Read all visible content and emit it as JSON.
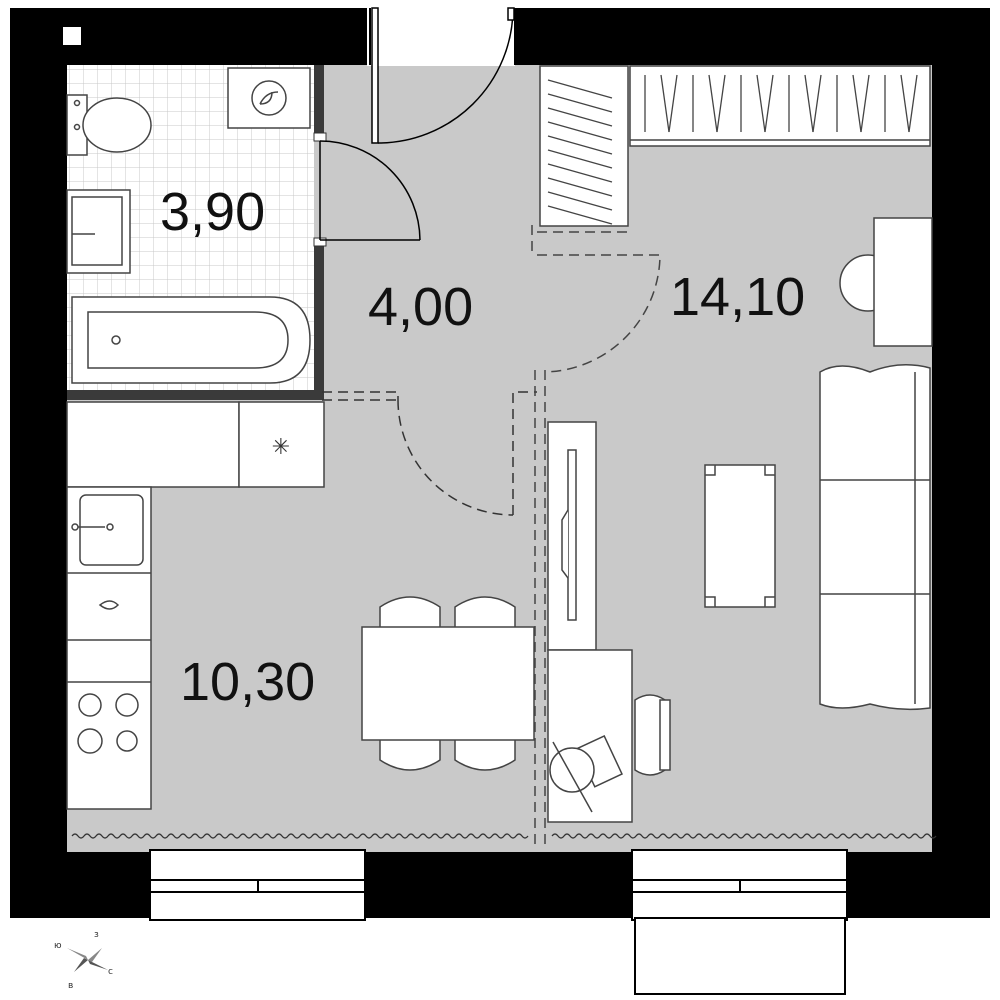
{
  "rooms": [
    {
      "id": "bathroom",
      "area": "3,90"
    },
    {
      "id": "hallway",
      "area": "4,00"
    },
    {
      "id": "living-room",
      "area": "14,10"
    },
    {
      "id": "kitchen",
      "area": "10,30"
    }
  ],
  "compass": {
    "n": "з",
    "s": "в",
    "w": "ю",
    "e": "с"
  },
  "colors": {
    "wall": "#000000",
    "floor": "#c9c9c9",
    "tile": "#ffffff",
    "grid": "#c9c9c9",
    "fixture_line": "#444444"
  },
  "icons": [
    "toilet-icon",
    "washing-machine-icon",
    "bathroom-sink-icon",
    "bathtub-icon",
    "fridge-icon",
    "kitchen-sink-icon",
    "stove-icon",
    "wardrobe-icon",
    "sofa-icon",
    "coffee-table-icon",
    "dining-table-icon",
    "desk-icon",
    "desk-chair-icon",
    "compass-icon",
    "door-arcs"
  ]
}
